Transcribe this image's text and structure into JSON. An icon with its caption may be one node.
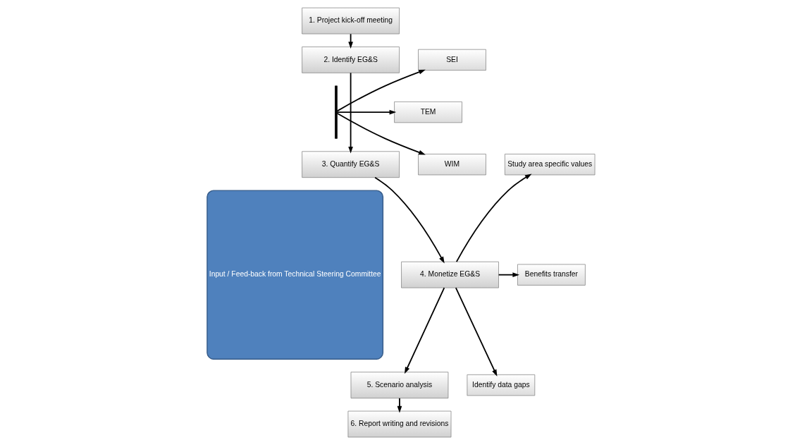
{
  "diagram": {
    "nodes": [
      {
        "text": [
          "Input / Feed-back from Technical Steering Committee"
        ]
      },
      {
        "text": [
          "1. Project kick-off meeting"
        ]
      },
      {
        "text": [
          "SEI"
        ]
      },
      {
        "text": [
          "2. Identify EG&S"
        ]
      },
      {
        "text": [],
        "shape": "bracket"
      },
      {
        "text": [
          "TEM"
        ]
      },
      {
        "text": [
          "3. Quantify EG&S"
        ]
      },
      {
        "text": [
          "WIM"
        ]
      },
      {
        "text": [
          "Study area specific values"
        ]
      },
      {
        "text": [
          "4. Monetize EG&S"
        ]
      },
      {
        "text": [
          "Benefits transfer"
        ]
      },
      {
        "text": [
          "5. Scenario analysis"
        ]
      },
      {
        "text": [
          "Identify data gaps"
        ]
      },
      {
        "text": [
          "6. Report writing and revisions"
        ]
      }
    ],
    "edges": [
      {
        "from": 1,
        "to": 3,
        "arrow": "to"
      },
      {
        "from": 3,
        "to": 6,
        "arrow": "to"
      },
      {
        "from": 4,
        "to": 2,
        "arrow": "to"
      },
      {
        "from": 4,
        "to": 5,
        "arrow": "to"
      },
      {
        "from": 4,
        "to": 7,
        "arrow": "to"
      },
      {
        "from": 6,
        "to": 9,
        "arrow": "to"
      },
      {
        "from": 9,
        "to": 8,
        "arrow": "to"
      },
      {
        "from": 9,
        "to": 10,
        "arrow": "to"
      },
      {
        "from": 9,
        "to": 12,
        "arrow": "to"
      },
      {
        "from": 9,
        "to": 11,
        "arrow": "to"
      },
      {
        "from": 11,
        "to": 13,
        "arrow": "to"
      }
    ]
  }
}
